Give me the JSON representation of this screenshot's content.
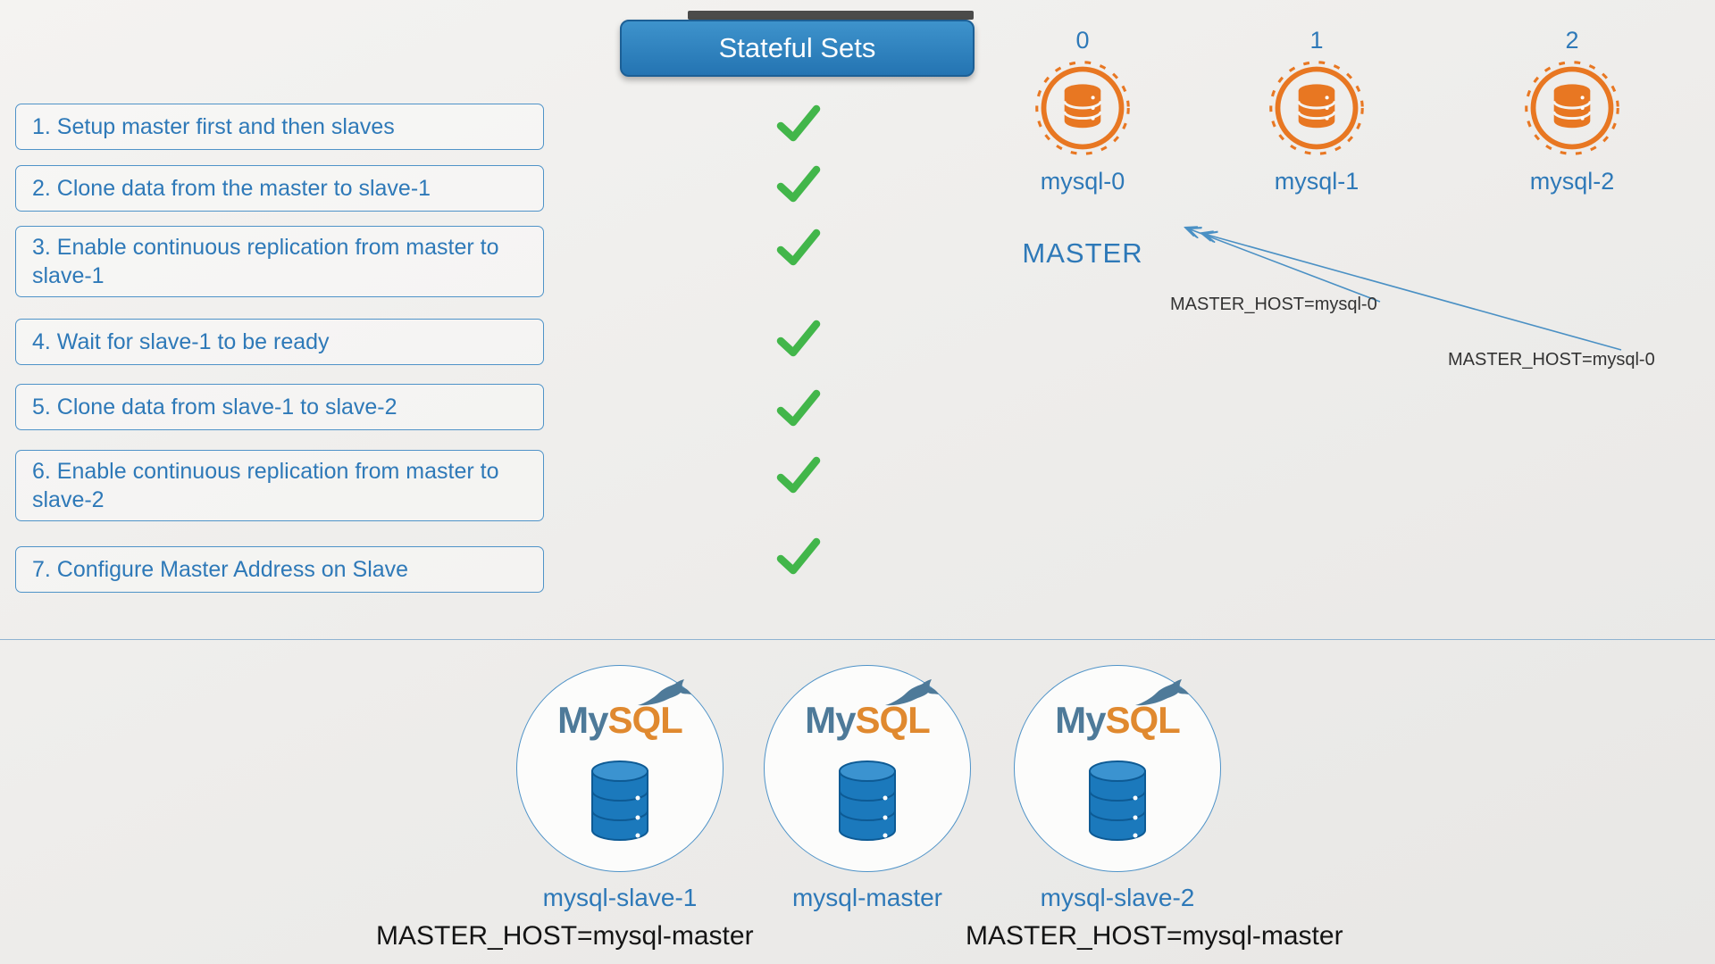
{
  "header": {
    "title_badge": "Stateful Sets"
  },
  "steps": [
    "1. Setup master first and then slaves",
    "2. Clone data from the master to slave-1",
    "3. Enable continuous replication from master to slave-1",
    "4. Wait for slave-1 to be ready",
    "5. Clone data from slave-1 to slave-2",
    "6. Enable continuous replication from master to slave-2",
    "7. Configure Master Address on Slave"
  ],
  "checkmarks_count": 7,
  "pods": [
    {
      "index": "0",
      "name": "mysql-0"
    },
    {
      "index": "1",
      "name": "mysql-1"
    },
    {
      "index": "2",
      "name": "mysql-2"
    }
  ],
  "master_label": "MASTER",
  "arrow_labels": [
    "MASTER_HOST=mysql-0",
    "MASTER_HOST=mysql-0"
  ],
  "logo": {
    "my": "My",
    "sql": "SQL"
  },
  "bottom_nodes": [
    {
      "name": "mysql-slave-1"
    },
    {
      "name": "mysql-master"
    },
    {
      "name": "mysql-slave-2"
    }
  ],
  "bottom_env_labels": [
    "MASTER_HOST=mysql-master",
    "MASTER_HOST=mysql-master"
  ],
  "icons": {
    "pod_icon": "database-stamp-icon",
    "check_icon": "checkmark-icon",
    "node_db_icon": "database-icon",
    "dolphin_icon": "mysql-dolphin-icon"
  },
  "colors": {
    "accent_blue": "#2e79b8",
    "badge_blue": "#2e86c1",
    "check_green": "#42b64a",
    "pod_orange": "#e87722",
    "logo_my": "#4e7a99",
    "logo_sql": "#e0892f"
  }
}
